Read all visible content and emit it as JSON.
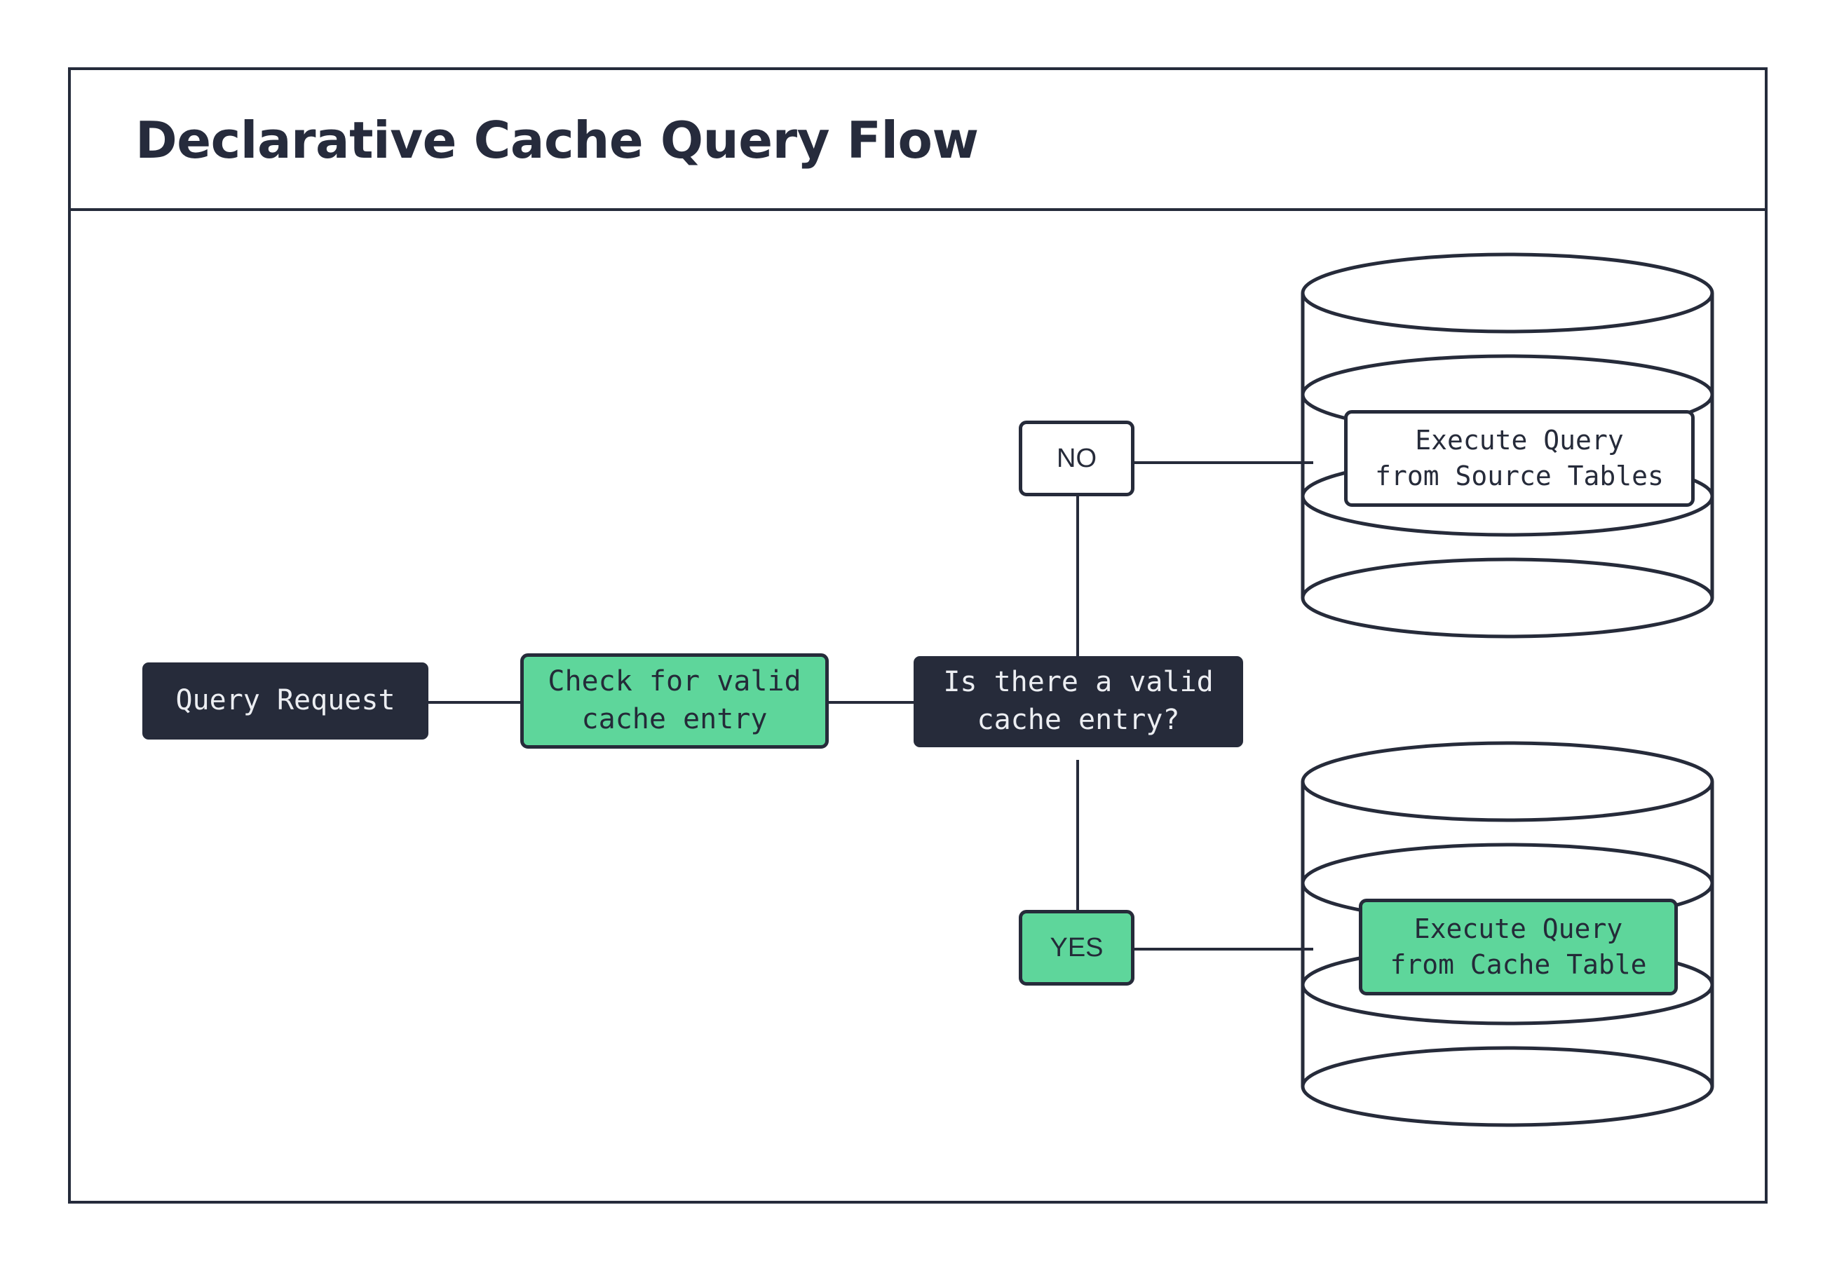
{
  "diagram": {
    "title": "Declarative Cache Query Flow",
    "type": "flowchart",
    "colors": {
      "ink": "#262b3a",
      "green": "#5ed69b",
      "dark_fill": "#262b3a",
      "dark_text": "#eceef2",
      "white_fill": "#ffffff",
      "page_bg": "#ffffff"
    },
    "nodes": {
      "query_request": {
        "label": "Query Request",
        "style": "dark"
      },
      "check_cache": {
        "label": "Check for valid\ncache entry",
        "style": "green"
      },
      "decision": {
        "label": "Is there a valid\ncache entry?",
        "style": "dark"
      },
      "branch_no": {
        "label": "NO",
        "style": "white"
      },
      "branch_yes": {
        "label": "YES",
        "style": "green"
      },
      "source_db_label": {
        "label": "Execute Query\nfrom Source Tables",
        "style": "white"
      },
      "cache_db_label": {
        "label": "Execute Query\nfrom Cache Table",
        "style": "green"
      }
    },
    "shapes": {
      "source_database": "database-cylinder",
      "cache_database": "database-cylinder"
    },
    "edges": [
      {
        "from": "query_request",
        "to": "check_cache"
      },
      {
        "from": "check_cache",
        "to": "decision"
      },
      {
        "from": "decision",
        "to": "branch_no"
      },
      {
        "from": "decision",
        "to": "branch_yes"
      },
      {
        "from": "branch_no",
        "to": "source_database"
      },
      {
        "from": "branch_yes",
        "to": "cache_database"
      }
    ]
  }
}
